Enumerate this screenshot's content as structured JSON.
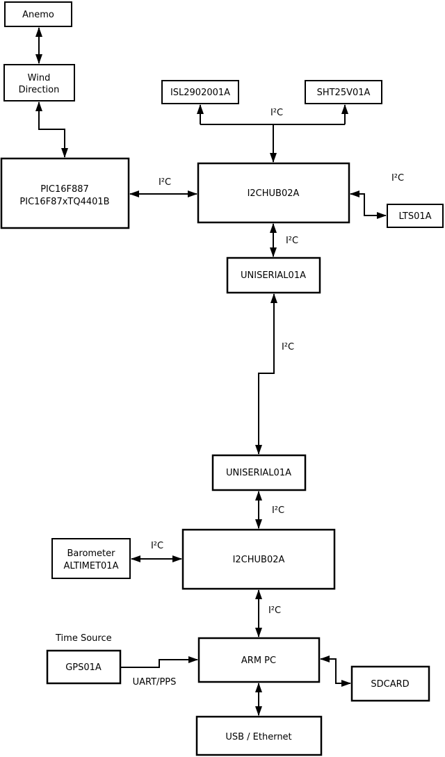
{
  "diagram": {
    "background": "#ffffff",
    "line_color": "#000000",
    "nodes": {
      "anemo": {
        "label": "Anemo"
      },
      "wind_direction": {
        "line1": "Wind",
        "line2": "Direction"
      },
      "pic": {
        "line1": "PIC16F887",
        "line2": "PIC16F87xTQ4401B"
      },
      "isl": {
        "label": "ISL2902001A"
      },
      "sht": {
        "label": "SHT25V01A"
      },
      "hub_top": {
        "label": "I2CHUB02A"
      },
      "lts": {
        "label": "LTS01A"
      },
      "uniserial_top": {
        "label": "UNISERIAL01A"
      },
      "uniserial_bottom": {
        "label": "UNISERIAL01A"
      },
      "hub_bottom": {
        "label": "I2CHUB02A"
      },
      "barometer": {
        "line1": "Barometer",
        "line2": "ALTIMET01A"
      },
      "gps": {
        "label": "GPS01A"
      },
      "arm_pc": {
        "label": "ARM PC"
      },
      "sdcard": {
        "label": "SDCARD"
      },
      "usb_ethernet": {
        "label": "USB / Ethernet"
      }
    },
    "edge_labels": {
      "i2c_sensor_branch": "I²C",
      "i2c_pic_hub": "I²C",
      "i2c_hub_lts": "I²C",
      "i2c_hub_uniserial": "I²C",
      "i2c_uniserial_link": "I²C",
      "i2c_uniserial_hub2": "I²C",
      "i2c_barometer_hub2": "I²C",
      "i2c_hub2_armpc": "I²C",
      "uart_pps": "UART/PPS",
      "time_source": "Time Source"
    },
    "connections": [
      {
        "from": "Anemo",
        "to": "Wind Direction",
        "bidirectional": true,
        "label": ""
      },
      {
        "from": "Wind Direction",
        "to": "PIC16F887 PIC16F87xTQ4401B",
        "bidirectional": true,
        "label": ""
      },
      {
        "from": "PIC16F887 PIC16F87xTQ4401B",
        "to": "I2CHUB02A (top)",
        "bidirectional": true,
        "label": "I²C"
      },
      {
        "from": "I2CHUB02A (top)",
        "to": "ISL2902001A",
        "bidirectional": true,
        "label": "I²C"
      },
      {
        "from": "I2CHUB02A (top)",
        "to": "SHT25V01A",
        "bidirectional": true,
        "label": "I²C"
      },
      {
        "from": "I2CHUB02A (top)",
        "to": "LTS01A",
        "bidirectional": true,
        "label": "I²C"
      },
      {
        "from": "I2CHUB02A (top)",
        "to": "UNISERIAL01A (upper)",
        "bidirectional": true,
        "label": "I²C"
      },
      {
        "from": "UNISERIAL01A (upper)",
        "to": "UNISERIAL01A (lower)",
        "bidirectional": true,
        "label": "I²C"
      },
      {
        "from": "UNISERIAL01A (lower)",
        "to": "I2CHUB02A (bottom)",
        "bidirectional": true,
        "label": "I²C"
      },
      {
        "from": "Barometer ALTIMET01A",
        "to": "I2CHUB02A (bottom)",
        "bidirectional": true,
        "label": "I²C"
      },
      {
        "from": "I2CHUB02A (bottom)",
        "to": "ARM PC",
        "bidirectional": true,
        "label": "I²C"
      },
      {
        "from": "GPS01A (Time Source)",
        "to": "ARM PC",
        "bidirectional": false,
        "label": "UART/PPS"
      },
      {
        "from": "ARM PC",
        "to": "SDCARD",
        "bidirectional": true,
        "label": ""
      },
      {
        "from": "ARM PC",
        "to": "USB / Ethernet",
        "bidirectional": true,
        "label": ""
      }
    ]
  }
}
